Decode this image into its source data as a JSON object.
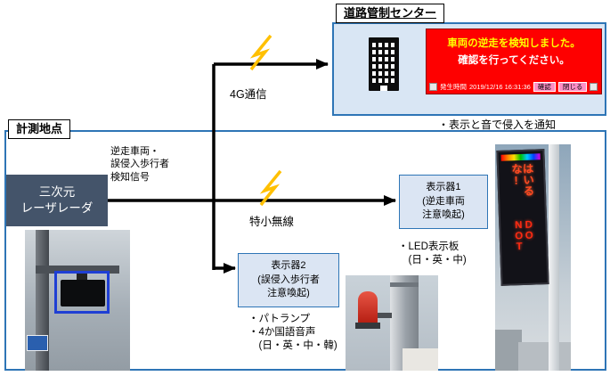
{
  "control_center": {
    "title": "道路管制センター",
    "caption": "・表示と音で侵入を通知",
    "alert": {
      "message_line1": "車両の逆走を検知しました。",
      "message_line2": "確認を行ってください。",
      "time_label": "発生時間",
      "timestamp": "2019/12/16 16:31:36",
      "confirm_button": "確認",
      "close_button": "閉じる"
    }
  },
  "measurement_site": {
    "title": "計測地点",
    "sensor_name": "三次元\nレーザレーダ",
    "signal_label": "逆走車両・\n誤侵入歩行者\n検知信号",
    "display1": {
      "label": "表示器1\n(逆走車両\n注意喚起)",
      "caption": "・LED表示板\n　(日・英・中)"
    },
    "display2": {
      "label": "表示器2\n(誤侵入歩行者\n注意喚起)",
      "caption": "・パトランプ\n・4か国語音声\n　(日・英・中・韓)"
    },
    "led_sign": {
      "line1": "はいるな!",
      "line2": "DO NOT"
    }
  },
  "links": {
    "cellular": "4G通信",
    "radio": "特小無線"
  },
  "icons": {
    "building": "building-pictogram",
    "wireless_break": "lightning-bolt",
    "flow_arrows": "black-right-arrows"
  },
  "colors": {
    "panel_border": "#2e75b6",
    "control_panel_fill": "#d9e6f4",
    "alert_red": "#fe0000",
    "alert_text_yellow": "#ffff00",
    "alert_text_white": "#ffffff",
    "sensor_box_fill": "#44546a",
    "display_box_fill": "#dbe5f3",
    "lightning": "#ffc000",
    "arrow": "#000000"
  }
}
